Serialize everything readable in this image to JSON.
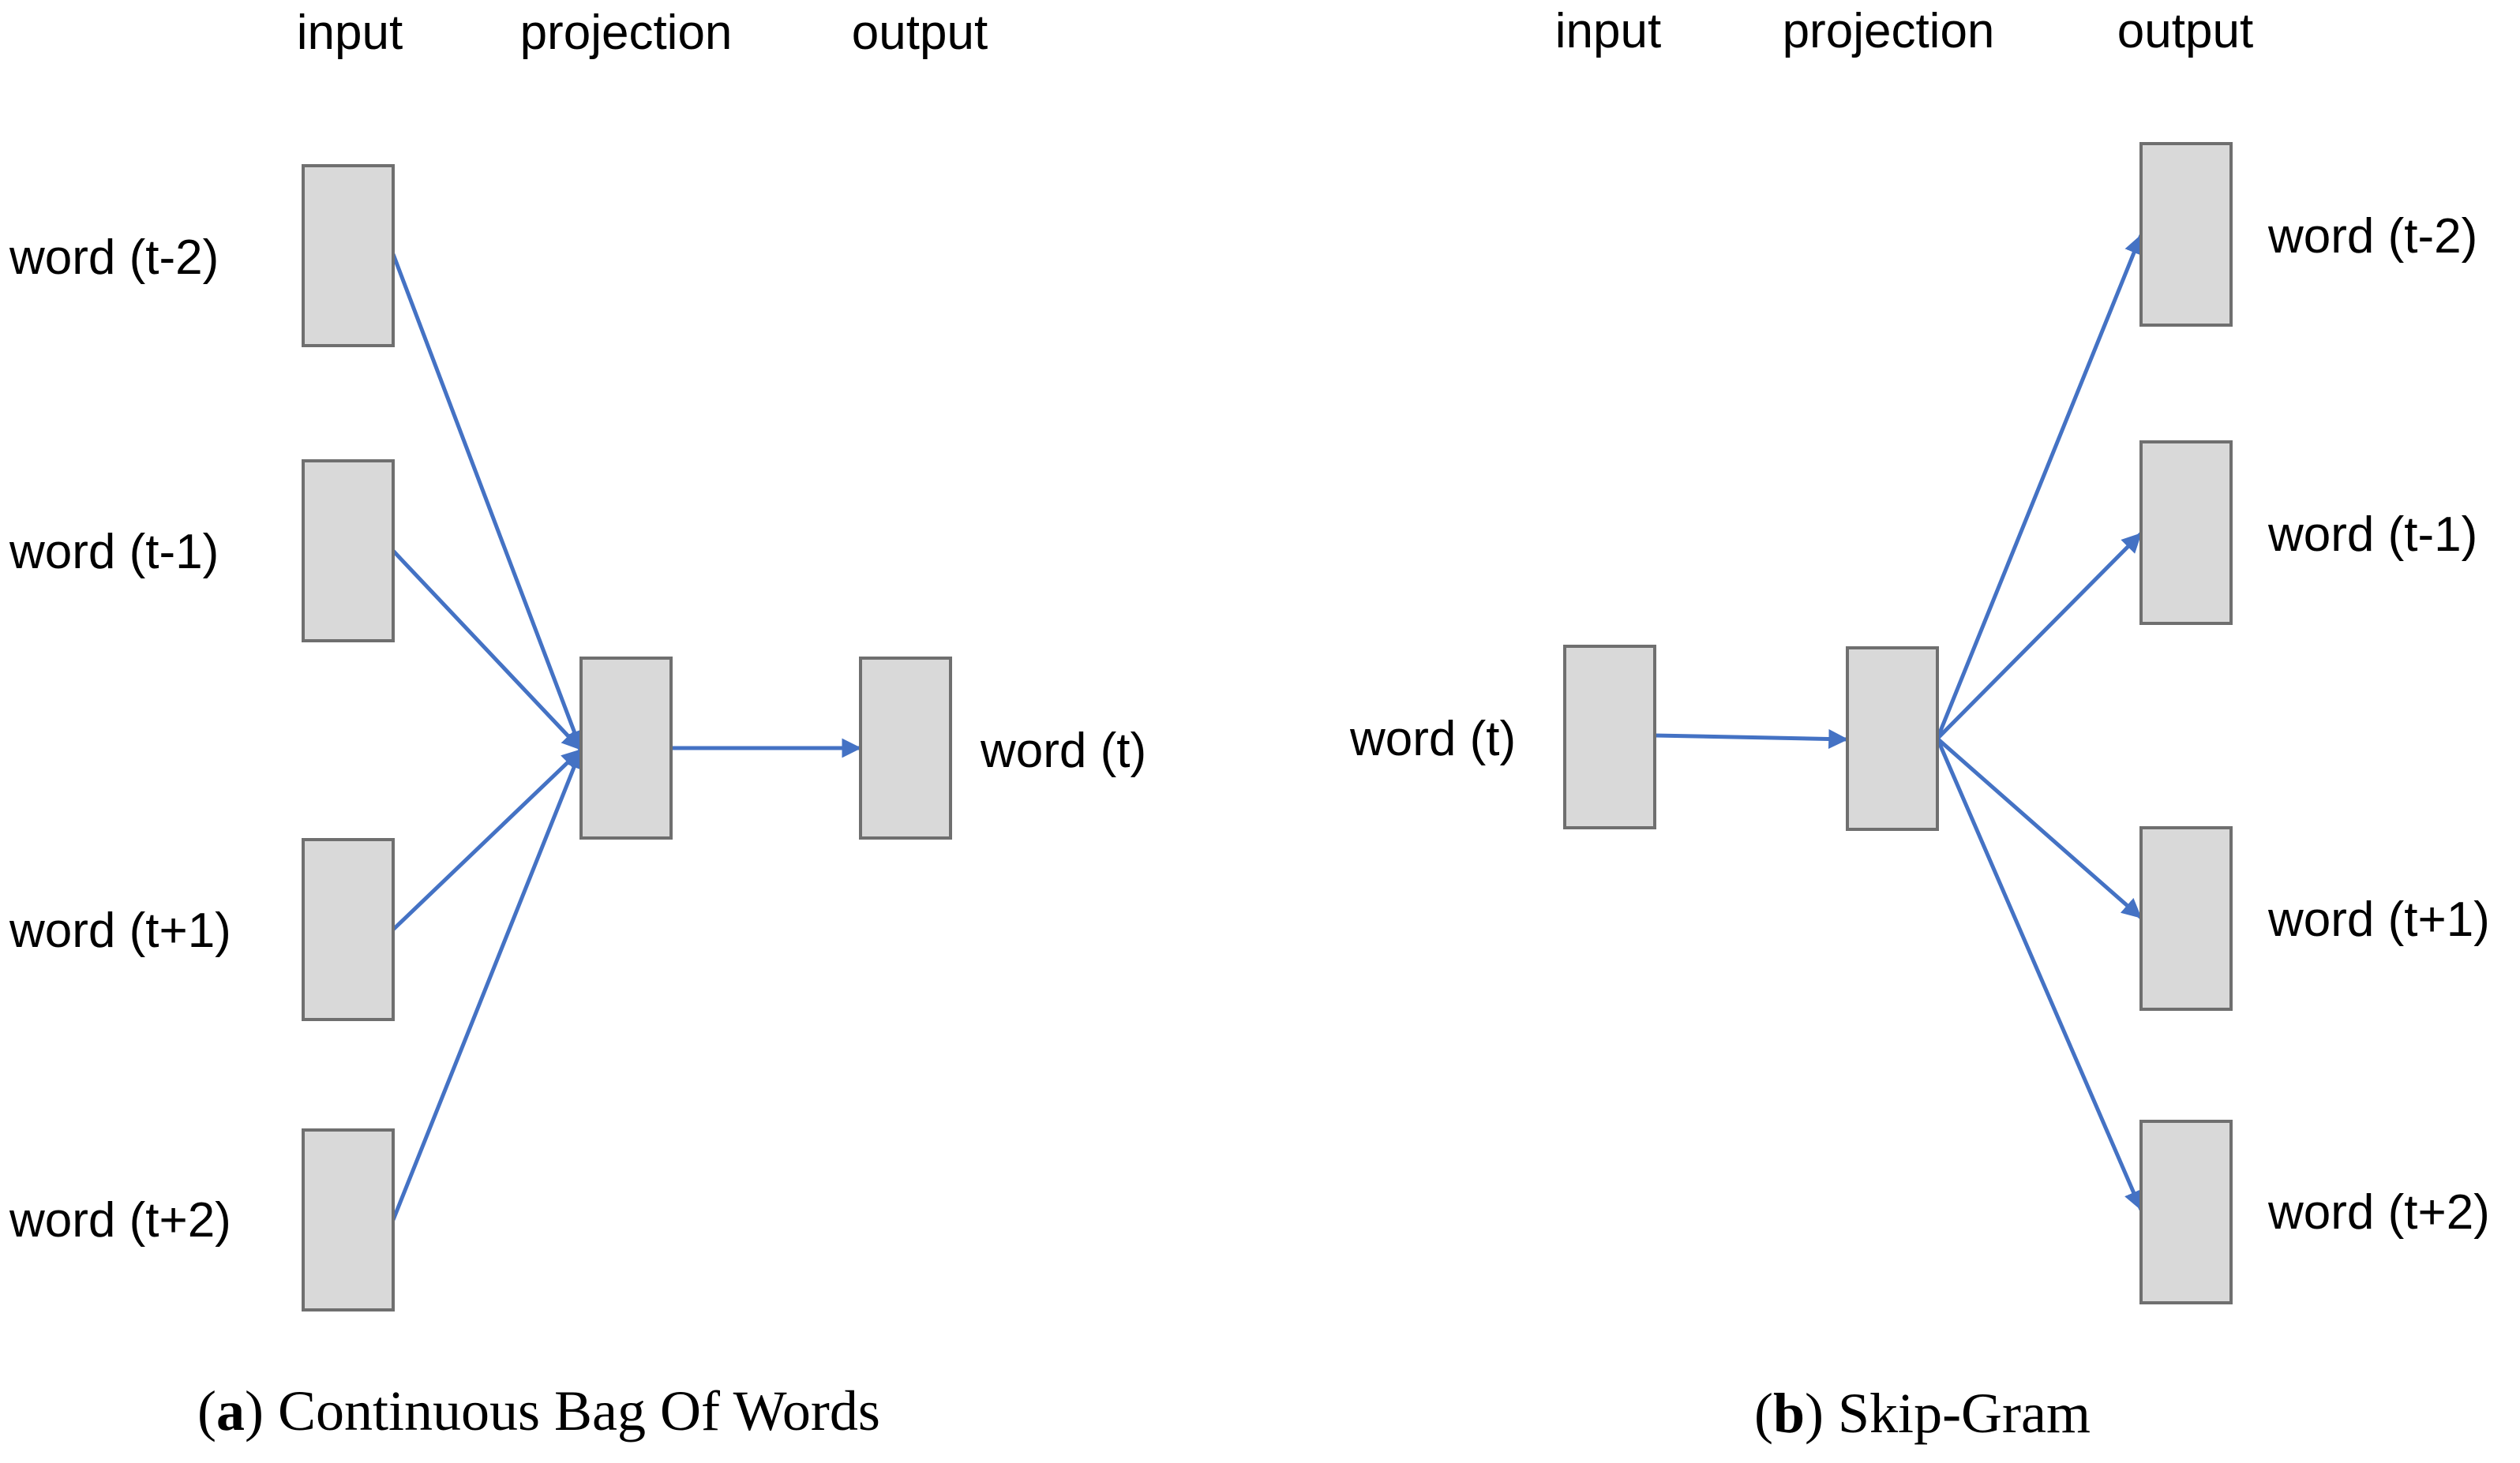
{
  "colors": {
    "box_fill": "#d9d9d9",
    "box_stroke": "#6f6f6f",
    "arrow": "#4472c4",
    "text": "#000000"
  },
  "cbow": {
    "headers": {
      "input": "input",
      "projection": "projection",
      "output": "output"
    },
    "input_words": [
      "word (t-2)",
      "word (t-1)",
      "word (t+1)",
      "word (t+2)"
    ],
    "output_word": "word (t)",
    "caption_letter": "a",
    "caption_text": "Continuous Bag Of Words"
  },
  "skipgram": {
    "headers": {
      "input": "input",
      "projection": "projection",
      "output": "output"
    },
    "input_word": "word (t)",
    "output_words": [
      "word (t-2)",
      "word (t-1)",
      "word (t+1)",
      "word (t+2)"
    ],
    "caption_letter": "b",
    "caption_text": "Skip-Gram"
  }
}
